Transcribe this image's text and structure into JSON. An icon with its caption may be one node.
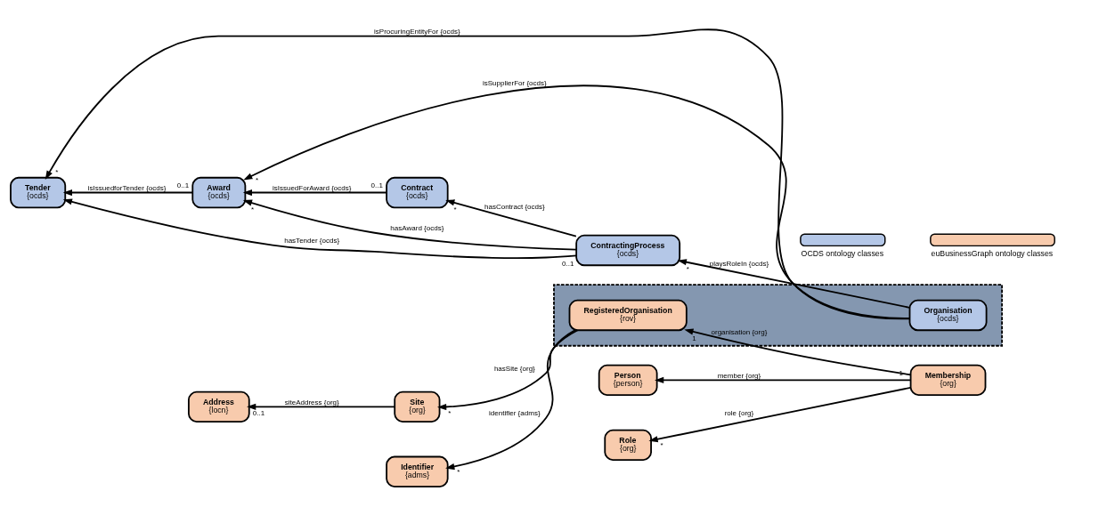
{
  "diagram": {
    "nodes": [
      {
        "text": [
          "ContractingProcess",
          "{ocds}"
        ]
      },
      {
        "text": [
          "Identifier",
          "{adms}"
        ]
      },
      {
        "text": [
          "Role",
          "{org}"
        ]
      },
      {
        "text": [
          "Tender",
          "{ocds}"
        ]
      },
      {
        "text": [],
        "shape": "box"
      },
      {
        "text": [
          "Organisation",
          "{ocds}"
        ],
        "in": 4
      },
      {
        "text": [
          "RegisteredOrganisation",
          "{rov}"
        ],
        "in": 4
      },
      {
        "text": [
          "Membership",
          "{org}"
        ]
      },
      {
        "text": [
          "Award",
          "{ocds}"
        ]
      },
      {
        "text": [
          "Site",
          "{org}"
        ]
      },
      {
        "text": [
          "Person",
          "{person}"
        ]
      },
      {
        "text": [
          "Contract",
          "{ocds}"
        ]
      },
      {
        "text": [
          "Address",
          "{locn}"
        ]
      }
    ],
    "edges": [
      {
        "from": 5,
        "to": 0,
        "arrow": "to",
        "label": "playsRoleIn {ocds}"
      },
      {
        "from": 0,
        "to": 3,
        "arrow": "to",
        "label": "hasTender {ocds}"
      },
      {
        "from": 5,
        "to": 3,
        "arrow": "to",
        "label": "isProcuringEntityFor {ocds}"
      },
      {
        "from": 8,
        "to": 3,
        "arrow": "to",
        "label": "isIssuedforTender {ocds}"
      },
      {
        "from": 0,
        "to": 8,
        "arrow": "to",
        "label": "hasAward {ocds}"
      },
      {
        "from": 5,
        "to": 8,
        "arrow": "to",
        "label": "isSupplierFor {ocds}"
      },
      {
        "from": 11,
        "to": 8,
        "arrow": "to",
        "label": "isIssuedForAward {ocds}"
      },
      {
        "from": 0,
        "to": 11,
        "arrow": "to",
        "label": "hasContract {ocds}"
      },
      {
        "from": 6,
        "to": 1,
        "arrow": "to",
        "label": "identifier {adms}"
      },
      {
        "from": 7,
        "to": 2,
        "arrow": "to",
        "label": "role {org}"
      },
      {
        "from": 7,
        "to": 6,
        "arrow": "to",
        "label": "organisation {org}"
      },
      {
        "from": 7,
        "to": 10,
        "arrow": "to",
        "label": "member {org}"
      },
      {
        "from": 6,
        "to": 9,
        "arrow": "to",
        "label": "hasSite {org}"
      },
      {
        "from": 9,
        "to": 12,
        "arrow": "to",
        "label": "siteAddress {org}"
      }
    ],
    "labels": [
      "*",
      "0..1",
      "*",
      "0..1",
      "*",
      "*",
      "0..1",
      "*",
      "*",
      "*",
      "1",
      "1",
      "*",
      "0..1"
    ],
    "legend": [
      {
        "text": "OCDS ontology classes",
        "color": "#b4c7e7"
      },
      {
        "text": "euBusinessGraph ontology classes",
        "color": "#f8cbad"
      }
    ]
  }
}
